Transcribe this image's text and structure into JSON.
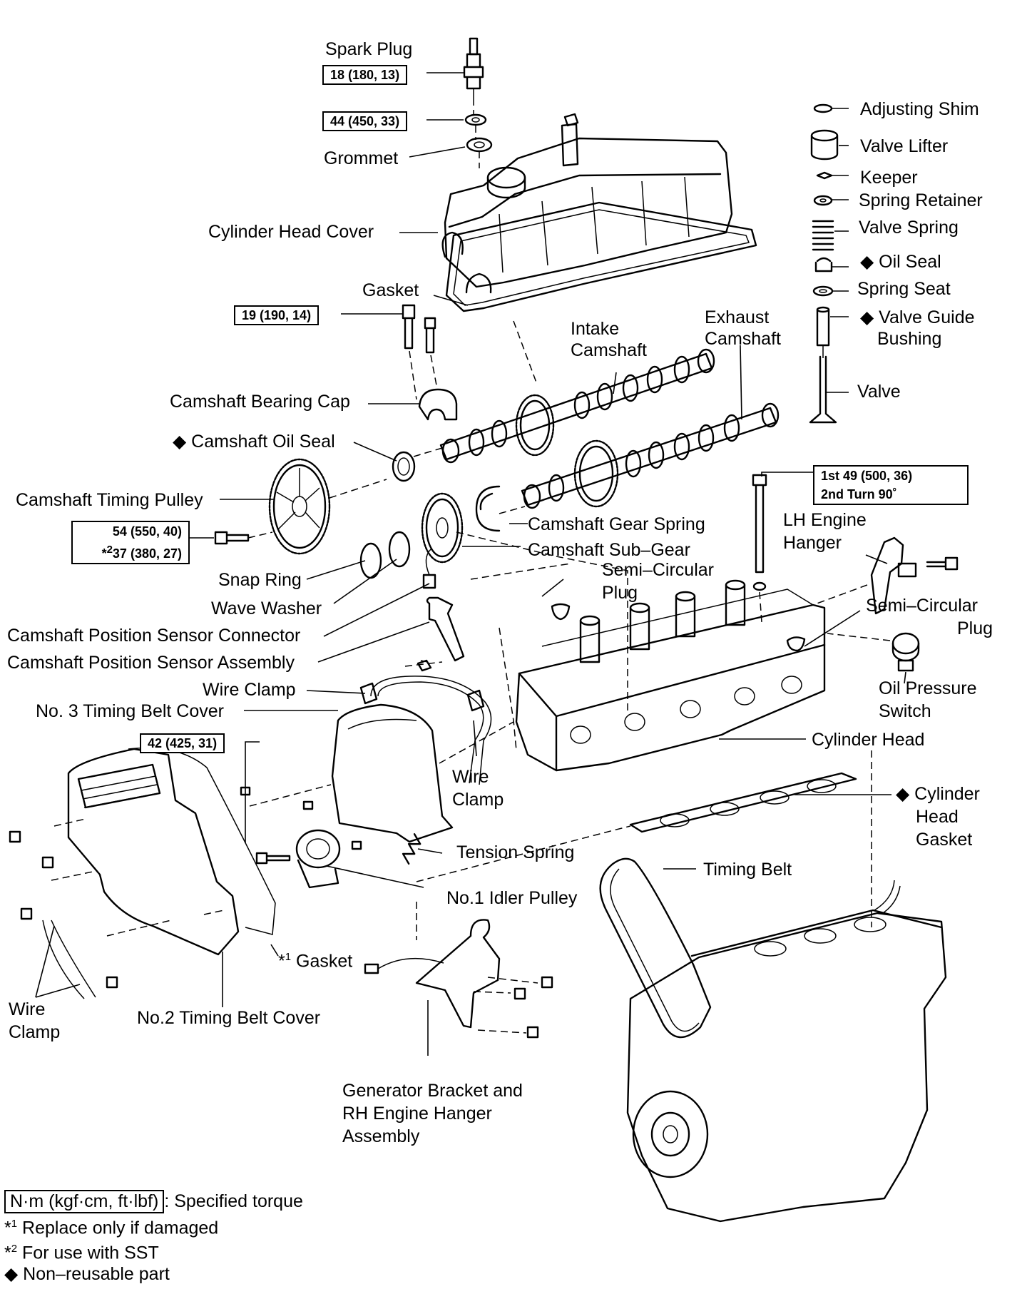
{
  "labels": {
    "spark_plug": "Spark Plug",
    "grommet": "Grommet",
    "cylinder_head_cover": "Cylinder Head Cover",
    "gasket": "Gasket",
    "intake_camshaft_1": "Intake",
    "intake_camshaft_2": "Camshaft",
    "exhaust_camshaft_1": "Exhaust",
    "exhaust_camshaft_2": "Camshaft",
    "adjusting_shim": "Adjusting Shim",
    "valve_lifter": "Valve Lifter",
    "keeper": "Keeper",
    "spring_retainer": "Spring Retainer",
    "valve_spring": "Valve Spring",
    "oil_seal": "◆ Oil Seal",
    "spring_seat": "Spring Seat",
    "valve_guide_bushing_1": "◆ Valve Guide",
    "valve_guide_bushing_2": "Bushing",
    "valve": "Valve",
    "camshaft_bearing_cap": "Camshaft Bearing Cap",
    "camshaft_oil_seal": "◆ Camshaft Oil Seal",
    "camshaft_timing_pulley": "Camshaft Timing Pulley",
    "camshaft_gear_spring": "Camshaft Gear Spring",
    "camshaft_sub_gear": "Camshaft Sub–Gear",
    "lh_engine_hanger_1": "LH  Engine",
    "lh_engine_hanger_2": "Hanger",
    "snap_ring": "Snap Ring",
    "semi_circular_plug_a_1": "Semi–Circular",
    "semi_circular_plug_a_2": "Plug",
    "wave_washer": "Wave Washer",
    "semi_circular_plug_b_1": "Semi–Circular",
    "semi_circular_plug_b_2": "Plug",
    "cam_sensor_connector": "Camshaft Position Sensor Connector",
    "cam_sensor_assembly": "Camshaft Position Sensor Assembly",
    "oil_pressure_switch_1": "Oil  Pressure",
    "oil_pressure_switch_2": "Switch",
    "wire_clamp_a": "Wire Clamp",
    "no3_timing_belt_cover": "No. 3 Timing Belt Cover",
    "cylinder_head": "Cylinder Head",
    "wire_clamp_b_1": "Wire",
    "wire_clamp_b_2": "Clamp",
    "cylinder_head_gasket_1": "◆ Cylinder",
    "cylinder_head_gasket_2": "Head",
    "cylinder_head_gasket_3": "Gasket",
    "tension_spring": "Tension Spring",
    "timing_belt": "Timing Belt",
    "no1_idler_pulley": "No.1 Idler Pulley",
    "gasket_1_pre": "*",
    "gasket_1_sup": "1",
    "gasket_1_text": " Gasket",
    "wire_clamp_c_1": "Wire",
    "wire_clamp_c_2": "Clamp",
    "no2_timing_belt_cover": "No.2 Timing Belt Cover",
    "generator_bracket_1": "Generator Bracket and",
    "generator_bracket_2": "RH Engine Hanger",
    "generator_bracket_3": "Assembly"
  },
  "torques": {
    "spark_plug": "18 (180, 13)",
    "grommet_nut": "44 (450, 33)",
    "head_cover_bolt": "19 (190, 14)",
    "cam_head_bolt_1": "1st 49 (500, 36)",
    "cam_head_bolt_2": "2nd Turn 90˚",
    "pulley_bolt_1": "54 (550, 40)",
    "pulley_bolt_2_pre": "*",
    "pulley_bolt_2_sup": "2",
    "pulley_bolt_2": "37 (380, 27)",
    "idler_bolt": "42 (425, 31)"
  },
  "legend": {
    "torque_unit": "N·m (kgf·cm, ft·lbf)",
    "torque_desc": ": Specified torque",
    "note1_pre": "*",
    "note1_sup": "1",
    "note1": " Replace only if damaged",
    "note2_pre": "*",
    "note2_sup": "2",
    "note2": " For use with SST",
    "non_reusable": "◆ Non–reusable part"
  }
}
